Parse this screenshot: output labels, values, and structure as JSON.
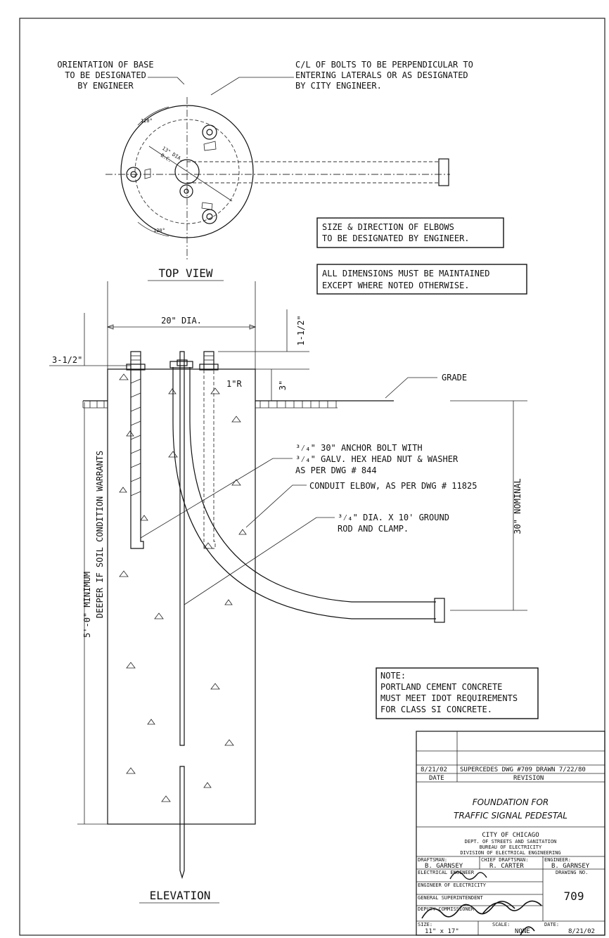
{
  "notes": {
    "orientation": [
      "ORIENTATION OF BASE",
      "TO BE DESIGNATED",
      "BY ENGINEER"
    ],
    "centerline": [
      "C/L OF BOLTS TO BE PERPENDICULAR TO",
      "ENTERING LATERALS OR AS DESIGNATED",
      "BY CITY ENGINEER."
    ],
    "elbows": [
      "SIZE & DIRECTION OF ELBOWS",
      "TO BE DESIGNATED BY ENGINEER."
    ],
    "dimensions": [
      "ALL DIMENSIONS MUST BE MAINTAINED",
      "EXCEPT WHERE NOTED OTHERWISE."
    ],
    "anchor_bolt": [
      "³⁄₄\" 30\" ANCHOR BOLT WITH",
      "³⁄₄\" GALV. HEX HEAD NUT & WASHER",
      "AS PER DWG # 844"
    ],
    "conduit": "CONDUIT ELBOW, AS PER DWG # 11825",
    "ground_rod": [
      "³⁄₄\" DIA. X 10' GROUND",
      "ROD AND CLAMP."
    ],
    "concrete": [
      "NOTE:",
      "PORTLAND CEMENT CONCRETE",
      "MUST MEET IDOT REQUIREMENTS",
      "FOR CLASS SI CONCRETE."
    ]
  },
  "top_view": {
    "title": "TOP VIEW",
    "angle_top": "120°",
    "angle_bottom": "120°",
    "bolt_circle": [
      "13\" DIA.",
      "B.C."
    ]
  },
  "elevation": {
    "title": "ELEVATION",
    "diameter": "20\" DIA.",
    "projection_bolt": "3-1/2\"",
    "projection_top": "1-1/2\"",
    "above_grade": "3\"",
    "radius": "1\"R",
    "grade": "GRADE",
    "depth_min": "5'-0\" MINIMUM",
    "depth_deeper": "DEEPER IF SOIL CONDITION WARRANTS",
    "nominal": "30\" NOMINAL"
  },
  "title_block": {
    "rev_date": "8/21/02",
    "rev_text": "SUPERCEDES DWG #709 DRAWN 7/22/80",
    "date_header": "DATE",
    "revision_header": "REVISION",
    "title_line1": "FOUNDATION FOR",
    "title_line2": "TRAFFIC SIGNAL PEDESTAL",
    "city": "CITY OF CHICAGO",
    "dept": "DEPT. OF STREETS AND SANITATION",
    "bureau": "BUREAU OF ELECTRICITY",
    "division": "DIVISION OF ELECTRICAL ENGINEERING",
    "draftsman_label": "DRAFTSMAN:",
    "draftsman": "B. GARNSEY",
    "chief_label": "CHIEF DRAFTSMAN:",
    "chief": "R. CARTER",
    "engineer_label": "ENGINEER:",
    "engineer": "B. GARNSEY",
    "elec_engineer_label": "ELECTRICAL ENGINEER",
    "drawing_no_label": "DRAWING NO.",
    "drawing_no": "709",
    "engineer_elec_label": "ENGINEER OF ELECTRICITY",
    "general_super_label": "GENERAL SUPERINTENDENT",
    "deputy_label": "DEPUTY COMMISSIONER",
    "size_label": "SIZE:",
    "size": "11\" x 17\"",
    "scale_label": "SCALE:",
    "scale": "NONE",
    "date_label": "DATE:",
    "date": "8/21/02"
  }
}
